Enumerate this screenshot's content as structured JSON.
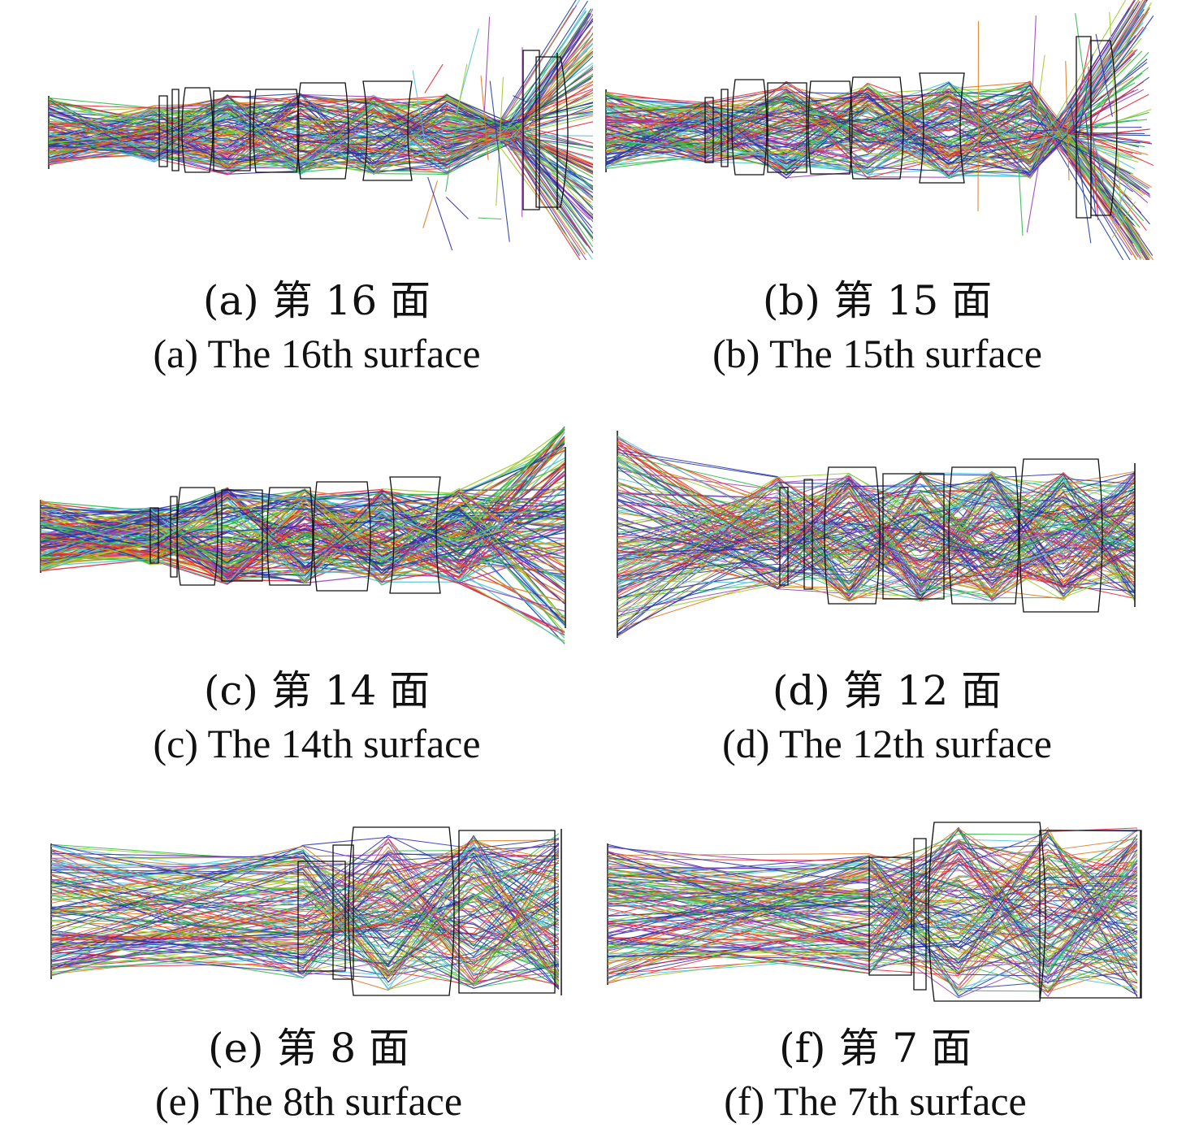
{
  "colors": {
    "rays": [
      "#2d2db0",
      "#e8283a",
      "#2fb84a",
      "#4fc3d8",
      "#9b3fb8",
      "#9ecb2a",
      "#e07a1e",
      "#1f3fa0"
    ],
    "lens_outline": "#111111"
  },
  "panels": [
    {
      "id": "a",
      "caption_zh": "(a) 第 16 面",
      "caption_en": "(a) The 16th surface"
    },
    {
      "id": "b",
      "caption_zh": "(b) 第 15 面",
      "caption_en": "(b) The 15th surface"
    },
    {
      "id": "c",
      "caption_zh": "(c) 第 14 面",
      "caption_en": "(c) The 14th surface"
    },
    {
      "id": "d",
      "caption_zh": "(d) 第 12 面",
      "caption_en": "(d) The 12th surface"
    },
    {
      "id": "e",
      "caption_zh": "(e) 第 8 面",
      "caption_en": "(e) The 8th surface"
    },
    {
      "id": "f",
      "caption_zh": "(f) 第 7 面",
      "caption_en": "(f) The 7th surface"
    }
  ]
}
